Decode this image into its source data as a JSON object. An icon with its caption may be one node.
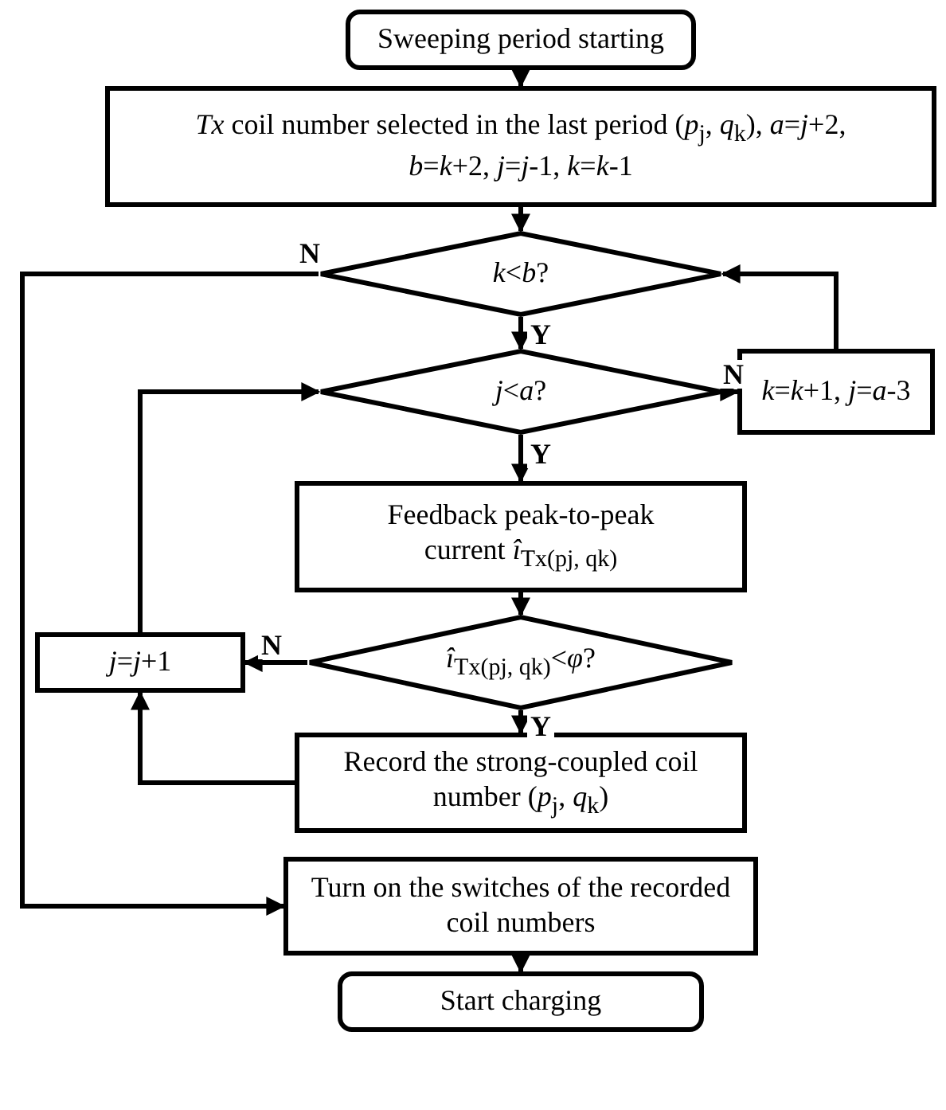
{
  "diagram": {
    "nodes": [
      {
        "text": [
          "Sweeping period starting"
        ]
      },
      {
        "text": [
          "*Tx* coil number selected in the last period (*p*$_{j}$, *q*$_{k}$), *a*=*j*+2, *b*=*k*+2, *j*=*j*-1, *k*=*k*-1"
        ]
      },
      {
        "text": [
          "*k*<*b*?"
        ]
      },
      {
        "text": [
          "*j*<*a*?"
        ]
      },
      {
        "text": [
          "*k*=*k*+1, *j*=*a*-3"
        ]
      },
      {
        "text": [
          "Feedback peak-to-peak current *î*$_{Tx(pj, qk)}$"
        ]
      },
      {
        "text": [
          "*î*$_{Tx(pj, qk)}$<*φ*?"
        ]
      },
      {
        "text": [
          "*j*=*j*+1"
        ]
      },
      {
        "text": [
          "Record the strong-coupled coil number (*p*$_{j}$, *q*$_{k}$)"
        ]
      },
      {
        "text": [
          "Turn on the switches of the recorded coil numbers"
        ]
      },
      {
        "text": [
          "Start charging"
        ]
      }
    ],
    "edges": [
      {
        "from": 0,
        "to": 1,
        "arrow": "to"
      },
      {
        "from": 1,
        "to": 2,
        "arrow": "to"
      },
      {
        "from": 2,
        "to": 3,
        "arrow": "to",
        "label": "Y"
      },
      {
        "from": 2,
        "to": 9,
        "arrow": "to",
        "label": "N"
      },
      {
        "from": 3,
        "to": 5,
        "arrow": "to",
        "label": "Y"
      },
      {
        "from": 3,
        "to": 4,
        "arrow": "to",
        "label": "N"
      },
      {
        "from": 4,
        "to": 2,
        "arrow": "to"
      },
      {
        "from": 5,
        "to": 6,
        "arrow": "to"
      },
      {
        "from": 6,
        "to": 7,
        "arrow": "to",
        "label": "N"
      },
      {
        "from": 6,
        "to": 8,
        "arrow": "to",
        "label": "Y"
      },
      {
        "from": 7,
        "to": 3,
        "arrow": "to"
      },
      {
        "from": 8,
        "to": 7,
        "arrow": "to"
      },
      {
        "from": 9,
        "to": 10,
        "arrow": "to"
      }
    ]
  }
}
